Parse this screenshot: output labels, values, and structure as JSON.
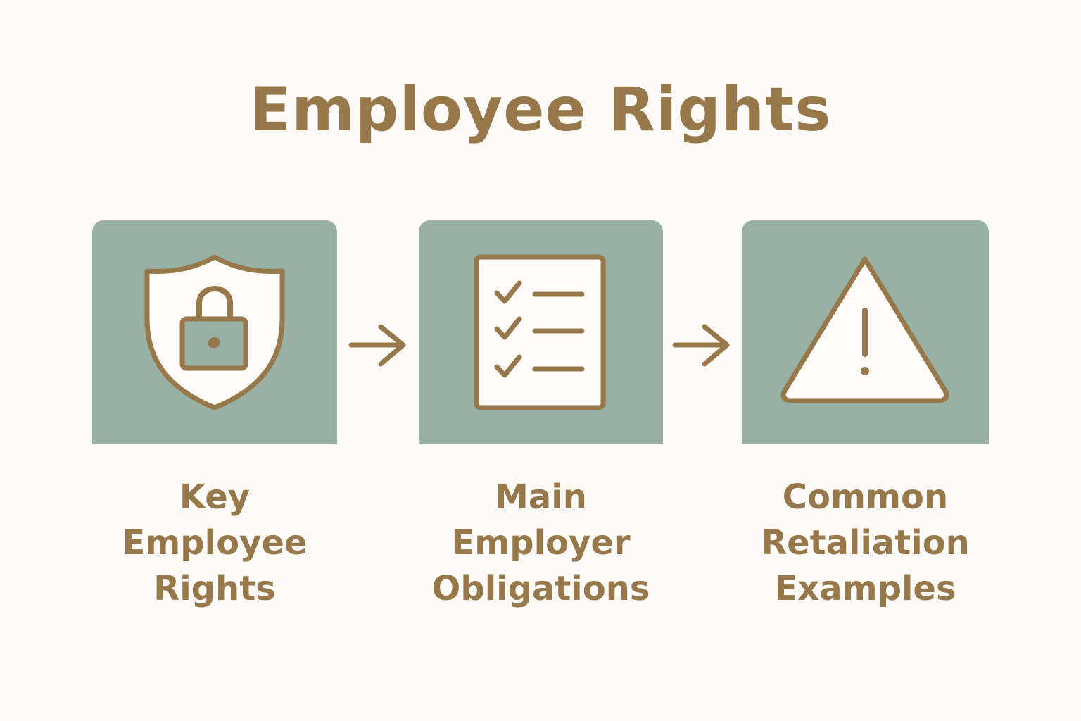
{
  "colors": {
    "background": "#fcfbf8",
    "accent": "#96784a",
    "card": "#97b1a5",
    "icon_fill": "#fdfcf9"
  },
  "title": "Employee Rights",
  "steps": [
    {
      "icon": "shield-lock-icon",
      "label_lines": [
        "Key",
        "Employee",
        "Rights"
      ]
    },
    {
      "icon": "checklist-icon",
      "label_lines": [
        "Main",
        "Employer",
        "Obligations"
      ]
    },
    {
      "icon": "warning-triangle-icon",
      "label_lines": [
        "Common",
        "Retaliation",
        "Examples"
      ]
    }
  ],
  "connectors": [
    "arrow-right-icon",
    "arrow-right-icon"
  ]
}
